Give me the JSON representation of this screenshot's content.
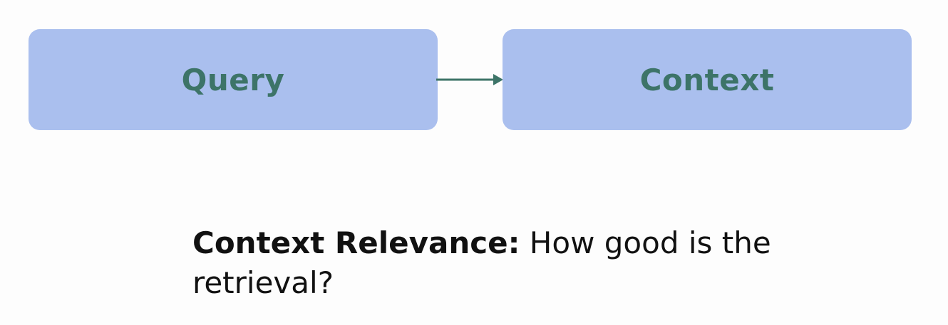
{
  "diagram": {
    "nodes": [
      {
        "id": "query",
        "label": "Query"
      },
      {
        "id": "context",
        "label": "Context"
      }
    ],
    "edges": [
      {
        "from": "query",
        "to": "context"
      }
    ],
    "caption": {
      "term": "Context Relevance:",
      "text": "How good is the retrieval?"
    }
  },
  "colors": {
    "node_fill": "#aabfee",
    "node_text": "#3d7468",
    "arrow": "#3d7468",
    "caption_text": "#111111",
    "background": "#fdfdfd"
  }
}
